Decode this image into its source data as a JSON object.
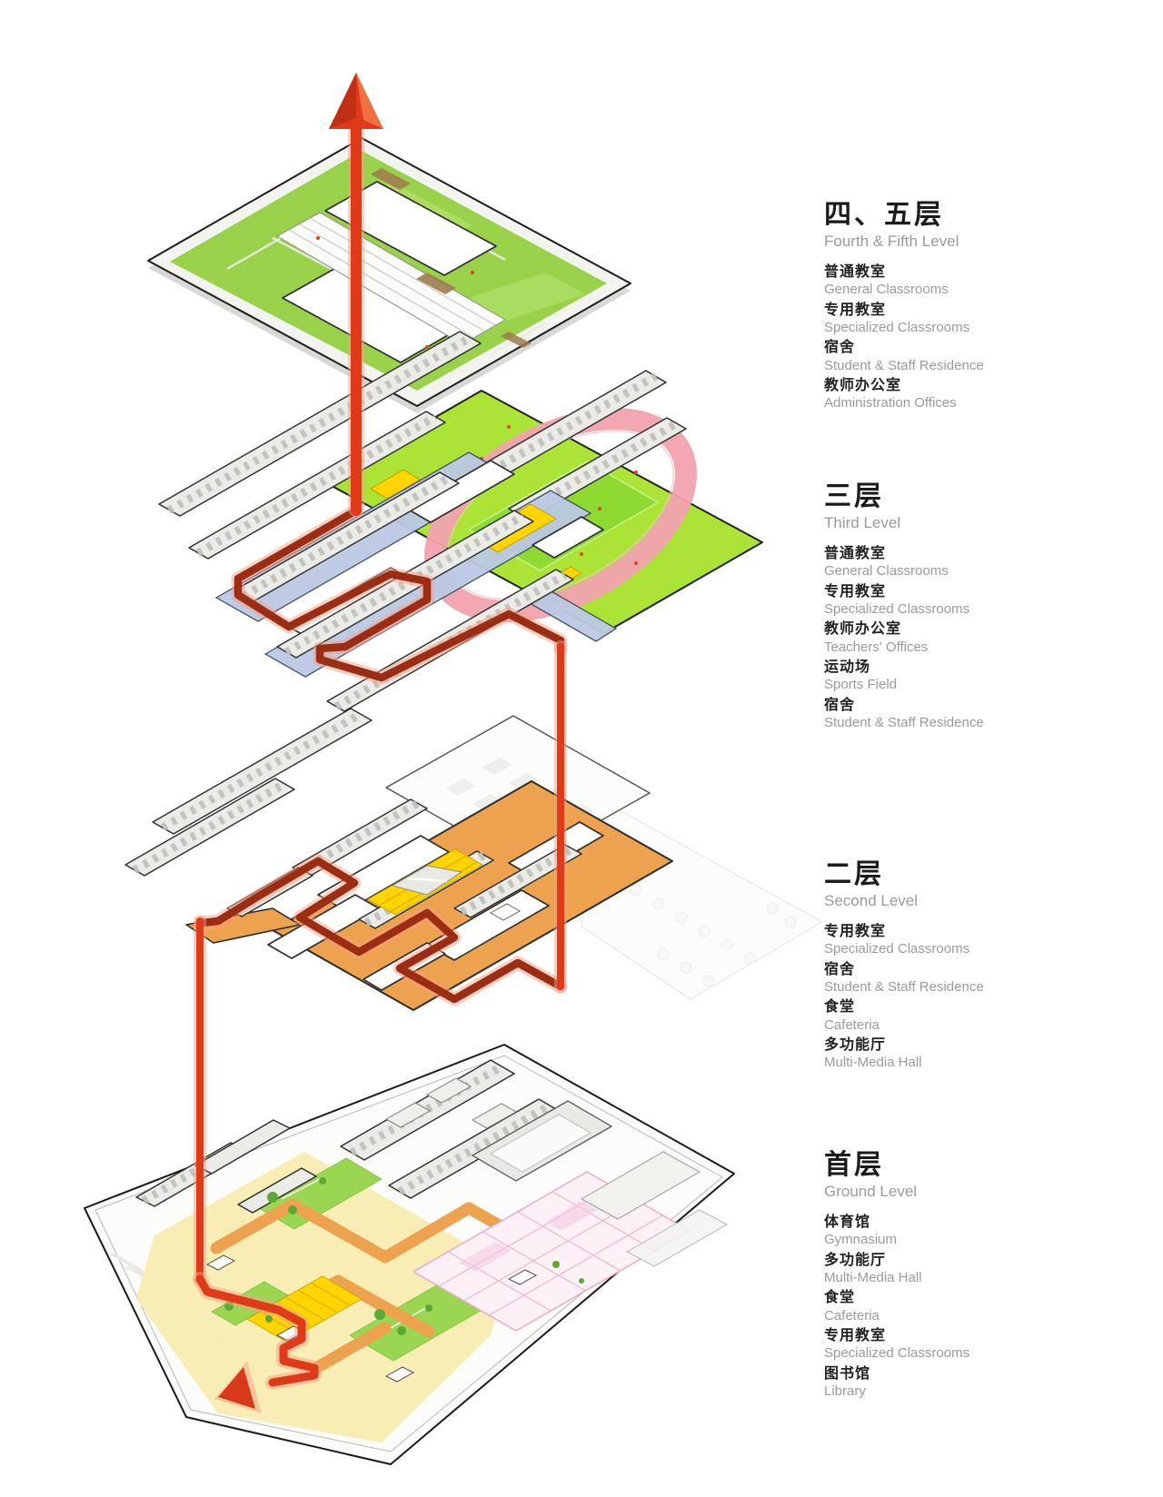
{
  "colors": {
    "accent_red": "#df3b1a",
    "route_dark": "#9c2d15",
    "halo_red": "#f4a184",
    "deck_orange": "#eda24f",
    "field_green": "#abe437",
    "pitch_green": "#8ed932",
    "track_pink": "#f2a2ae",
    "roof_green": "#9ad14b",
    "corridor_blue": "#bcc9e4",
    "hall_yellow": "#ffd400",
    "ground_cream": "#f8ecb0",
    "pink_room": "#fdf1f7",
    "heading_text": "#1c1c1c",
    "sub_text": "#9a9a9a"
  },
  "levels": [
    {
      "id": "fourth-fifth",
      "zh": "四、五层",
      "en": "Fourth & Fifth Level",
      "items": [
        {
          "zh": "普通教室",
          "en": "General Classrooms"
        },
        {
          "zh": "专用教室",
          "en": "Specialized Classrooms"
        },
        {
          "zh": "宿舍",
          "en": "Student & Staff Residence"
        },
        {
          "zh": "教师办公室",
          "en": "Administration Offices"
        }
      ]
    },
    {
      "id": "third",
      "zh": "三层",
      "en": "Third Level",
      "items": [
        {
          "zh": "普通教室",
          "en": "General Classrooms"
        },
        {
          "zh": "专用教室",
          "en": "Specialized Classrooms"
        },
        {
          "zh": "教师办公室",
          "en": "Teachers' Offices"
        },
        {
          "zh": "运动场",
          "en": "Sports Field"
        },
        {
          "zh": "宿舍",
          "en": "Student & Staff Residence"
        }
      ]
    },
    {
      "id": "second",
      "zh": "二层",
      "en": "Second Level",
      "items": [
        {
          "zh": "专用教室",
          "en": "Specialized Classrooms"
        },
        {
          "zh": "宿舍",
          "en": "Student & Staff Residence"
        },
        {
          "zh": "食堂",
          "en": "Cafeteria"
        },
        {
          "zh": "多功能厅",
          "en": "Multi-Media Hall"
        }
      ]
    },
    {
      "id": "ground",
      "zh": "首层",
      "en": "Ground Level",
      "items": [
        {
          "zh": "体育馆",
          "en": "Gymnasium"
        },
        {
          "zh": "多功能厅",
          "en": "Multi-Media Hall"
        },
        {
          "zh": "食堂",
          "en": "Cafeteria"
        },
        {
          "zh": "专用教室",
          "en": "Specialized Classrooms"
        },
        {
          "zh": "图书馆",
          "en": "Library"
        }
      ]
    }
  ]
}
